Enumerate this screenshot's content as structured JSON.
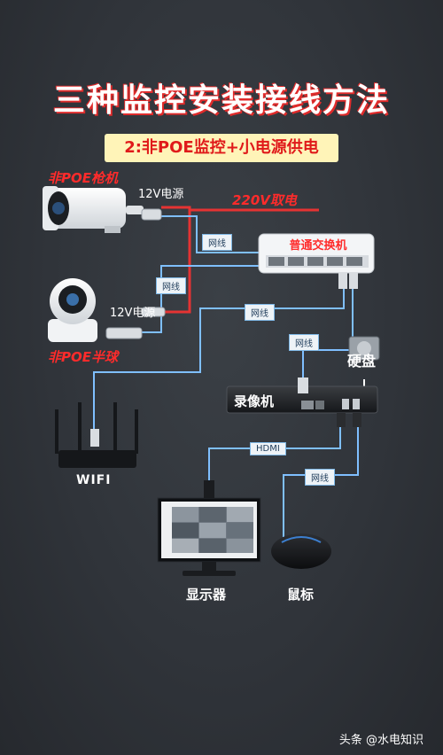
{
  "title": "三种监控安装接线方法",
  "subtitle": "2:非POE监控+小电源供电",
  "labels": {
    "bullet_camera": "非POE枪机",
    "dome_camera": "非POE半球",
    "power_12v_top": "12V电源",
    "power_12v_bottom": "12V电源",
    "power_220v": "220V取电",
    "switch": "普通交换机",
    "nvr": "录像机",
    "hard_disk": "硬盘",
    "wifi": "WIFI",
    "monitor": "显示器",
    "mouse": "鼠标"
  },
  "cable_tags": {
    "net1": "网线",
    "net2": "网线",
    "net3": "网线",
    "net4": "网线",
    "net5": "网线",
    "hdmi": "HDMI"
  },
  "watermark": "头条 @水电知识",
  "colors": {
    "net_cable": "#7fbfff",
    "power_cable": "#e53333",
    "title_shadow": "#e02b2b"
  }
}
